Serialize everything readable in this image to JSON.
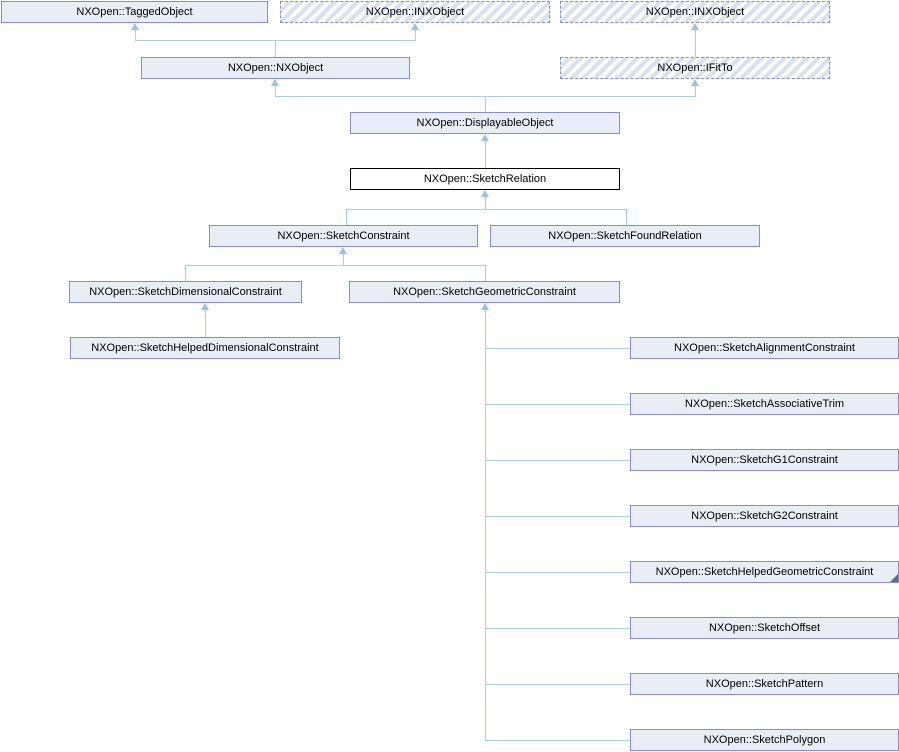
{
  "diagram": {
    "kind": "class-inheritance-graph",
    "focus_class": "NXOpen::SketchRelation"
  },
  "colors": {
    "node_fill": "#e8edf6",
    "node_border": "#8093c4",
    "focus_node_border": "#000000",
    "focus_node_fill": "#ffffff",
    "hatch_stripe": "#d9e1f1",
    "edge_line": "#a9cfe0",
    "arrowhead": "#9cc3dc",
    "text": "#000000"
  },
  "nodes": [
    {
      "label": "NXOpen::TaggedObject",
      "style": "solid"
    },
    {
      "label": "NXOpen::INXObject",
      "style": "hatched"
    },
    {
      "label": "NXOpen::INXObject",
      "style": "hatched"
    },
    {
      "label": "NXOpen::NXObject",
      "style": "solid"
    },
    {
      "label": "NXOpen::IFitTo",
      "style": "hatched"
    },
    {
      "label": "NXOpen::DisplayableObject",
      "style": "solid"
    },
    {
      "label": "NXOpen::SketchRelation",
      "style": "focus"
    },
    {
      "label": "NXOpen::SketchConstraint",
      "style": "solid"
    },
    {
      "label": "NXOpen::SketchFoundRelation",
      "style": "solid"
    },
    {
      "label": "NXOpen::SketchDimensionalConstraint",
      "style": "solid"
    },
    {
      "label": "NXOpen::SketchGeometricConstraint",
      "style": "solid"
    },
    {
      "label": "NXOpen::SketchHelpedDimensionalConstraint",
      "style": "solid"
    },
    {
      "label": "NXOpen::SketchAlignmentConstraint",
      "style": "solid"
    },
    {
      "label": "NXOpen::SketchAssociativeTrim",
      "style": "solid"
    },
    {
      "label": "NXOpen::SketchG1Constraint",
      "style": "solid"
    },
    {
      "label": "NXOpen::SketchG2Constraint",
      "style": "solid"
    },
    {
      "label": "NXOpen::SketchHelpedGeometricConstraint",
      "style": "solid",
      "has_hidden_subclasses": true
    },
    {
      "label": "NXOpen::SketchOffset",
      "style": "solid"
    },
    {
      "label": "NXOpen::SketchPattern",
      "style": "solid"
    },
    {
      "label": "NXOpen::SketchPolygon",
      "style": "solid"
    }
  ],
  "edges": [
    {
      "child": "NXOpen::NXObject",
      "parent": "NXOpen::TaggedObject"
    },
    {
      "child": "NXOpen::NXObject",
      "parent": "NXOpen::INXObject"
    },
    {
      "child": "NXOpen::IFitTo",
      "parent": "NXOpen::INXObject"
    },
    {
      "child": "NXOpen::DisplayableObject",
      "parent": "NXOpen::NXObject"
    },
    {
      "child": "NXOpen::DisplayableObject",
      "parent": "NXOpen::IFitTo"
    },
    {
      "child": "NXOpen::SketchRelation",
      "parent": "NXOpen::DisplayableObject"
    },
    {
      "child": "NXOpen::SketchConstraint",
      "parent": "NXOpen::SketchRelation"
    },
    {
      "child": "NXOpen::SketchFoundRelation",
      "parent": "NXOpen::SketchRelation"
    },
    {
      "child": "NXOpen::SketchDimensionalConstraint",
      "parent": "NXOpen::SketchConstraint"
    },
    {
      "child": "NXOpen::SketchGeometricConstraint",
      "parent": "NXOpen::SketchConstraint"
    },
    {
      "child": "NXOpen::SketchHelpedDimensionalConstraint",
      "parent": "NXOpen::SketchDimensionalConstraint"
    },
    {
      "child": "NXOpen::SketchAlignmentConstraint",
      "parent": "NXOpen::SketchGeometricConstraint"
    },
    {
      "child": "NXOpen::SketchAssociativeTrim",
      "parent": "NXOpen::SketchGeometricConstraint"
    },
    {
      "child": "NXOpen::SketchG1Constraint",
      "parent": "NXOpen::SketchGeometricConstraint"
    },
    {
      "child": "NXOpen::SketchG2Constraint",
      "parent": "NXOpen::SketchGeometricConstraint"
    },
    {
      "child": "NXOpen::SketchHelpedGeometricConstraint",
      "parent": "NXOpen::SketchGeometricConstraint"
    },
    {
      "child": "NXOpen::SketchOffset",
      "parent": "NXOpen::SketchGeometricConstraint"
    },
    {
      "child": "NXOpen::SketchPattern",
      "parent": "NXOpen::SketchGeometricConstraint"
    },
    {
      "child": "NXOpen::SketchPolygon",
      "parent": "NXOpen::SketchGeometricConstraint"
    }
  ]
}
